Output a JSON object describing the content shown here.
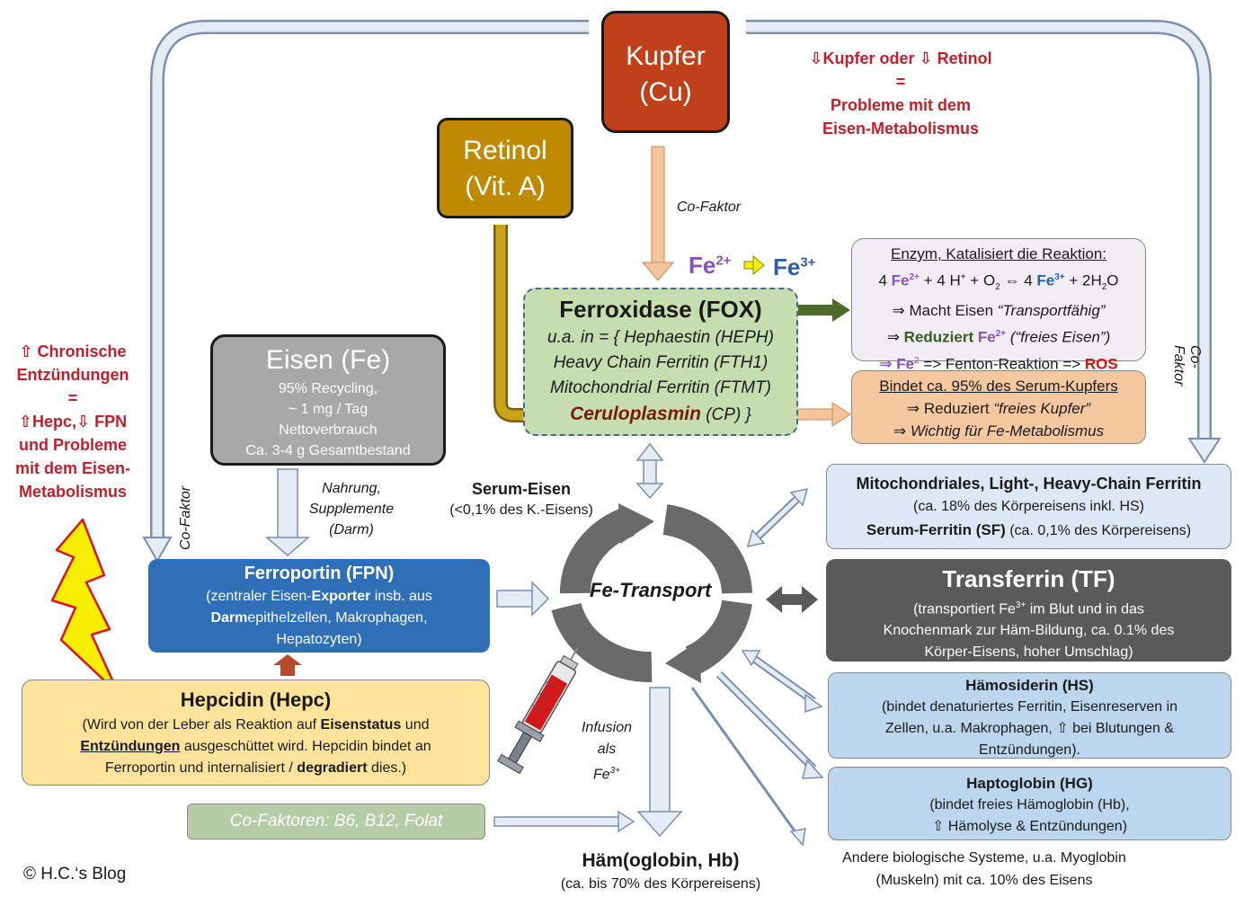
{
  "copyright": "© H.C.‘s Blog",
  "kupfer": {
    "l1": "Kupfer",
    "l2": "(Cu)"
  },
  "retinol": {
    "l1": "Retinol",
    "l2": "(Vit. A)"
  },
  "warning_top": {
    "l1": "⇩Kupfer oder ⇩ Retinol",
    "l2": "=",
    "l3": "Probleme mit dem",
    "l4": "Eisen-Metabolismus"
  },
  "warning_left": {
    "l1": "⇧ Chronische",
    "l2": "Entzündungen",
    "l3": "=",
    "l4": "⇧Hepc,⇩ FPN",
    "l5": "und Probleme",
    "l6": "mit dem Eisen-",
    "l7": "Metabolismus"
  },
  "cofaktor": "Co-Faktor",
  "fe_conversion": {
    "fe2": "Fe",
    "fe2_sup": "2+",
    "fe3": "Fe",
    "fe3_sup": "3+"
  },
  "fox": {
    "title": "Ferroxidase (FOX)",
    "l1": "u.a. in = { Hephaestin (HEPH)",
    "l2": "Heavy Chain Ferritin (FTH1)",
    "l3": "Mitochondrial Ferritin (FTMT)",
    "cp_name": "Ceruloplasmin",
    "cp_rest": " (CP) }"
  },
  "enzym": {
    "title": "Enzym, Katalisiert die Reaktion:",
    "eq_a": "4 ",
    "eq_fe2": "Fe",
    "eq_fe2_sup": "2+",
    "eq_b": " + 4 H",
    "eq_hsup": "+",
    "eq_c": " + O",
    "eq_o2sub": "2",
    "eq_d": " ⇔ 4 ",
    "eq_fe3": "Fe",
    "eq_fe3_sup": "3+",
    "eq_e": " + 2H",
    "eq_h2sub": "2",
    "eq_f": "O",
    "l2a": "⇒ Macht Eisen ",
    "l2b": "“Transportfähig”",
    "l3a": "⇒ ",
    "l3b": "Reduziert ",
    "l3c": "Fe",
    "l3sup": "2+",
    "l3d": " (“freies Eisen”)",
    "l4a": "⇒ Fe",
    "l4sup": "2",
    "l4b": " => Fenton-Reaktion => ",
    "l4c": "ROS"
  },
  "cp_box": {
    "l1": "Bindet ca. 95% des Serum-Kupfers",
    "l2a": "⇒ Reduziert ",
    "l2b": "“freies Kupfer”",
    "l3": "⇒ Wichtig für Fe-Metabolismus"
  },
  "eisen": {
    "title": "Eisen (Fe)",
    "l1": "95% Recycling,",
    "l2": "~ 1 mg / Tag",
    "l3": "Nettoverbrauch",
    "l4": "Ca. 3-4 g Gesamtbestand"
  },
  "nahrung": {
    "l1": "Nahrung,",
    "l2": "Supplemente",
    "l3": "(Darm)"
  },
  "serum": {
    "l1": "Serum-Eisen",
    "l2": "(<0,1% des K.-Eisens)"
  },
  "fe_transport": "Fe-Transport",
  "fpn": {
    "title": "Ferroportin (FPN)",
    "l1a": "(zentraler Eisen-",
    "l1b": "Exporter",
    "l1c": " insb. aus",
    "l2a": "Darm",
    "l2b": "epithelzellen, Makrophagen,",
    "l3": "Hepatozyten)"
  },
  "hepcidin": {
    "title": "Hepcidin (Hepc)",
    "l1a": "(Wird von der Leber als Reaktion auf ",
    "l1b": "Eisenstatus",
    "l1c": " und",
    "l2a": "Entzündungen",
    "l2b": " ausgeschüttet wird. Hepcidin bindet an",
    "l3a": "Ferroportin und internalisiert / ",
    "l3b": "degradiert",
    "l3c": " dies.)"
  },
  "cofaktoren": "Co-Faktoren: B6, B12, Folat",
  "infusion": {
    "l1": "Infusion",
    "l2": "als",
    "l3": "Fe",
    "l3sup": "3+"
  },
  "haem": {
    "l1": "Häm(oglobin, Hb)",
    "l2": "(ca. bis 70% des Körpereisens)"
  },
  "ferritin": {
    "l1": "Mitochondriales, Light-, Heavy-Chain Ferritin",
    "l2": "(ca. 18% des Körpereisens inkl. HS)",
    "l3a": "Serum-Ferritin (SF)",
    "l3b": " (ca. 0,1% des Körpereisens)"
  },
  "transferrin": {
    "title": "Transferrin (TF)",
    "l1a": "(transportiert Fe",
    "l1sup": "3+",
    "l1b": " im Blut und in das",
    "l2": "Knochenmark zur Häm-Bildung, ca. 0.1% des",
    "l3": "Körper-Eisens, hoher Umschlag)"
  },
  "haemosiderin": {
    "title": "Hämosiderin (HS)",
    "l1": "(bindet denaturiertes Ferritin, Eisenreserven in",
    "l2": "Zellen, u.a. Makrophagen, ⇧ bei Blutungen &",
    "l3": "Entzündungen)."
  },
  "haptoglobin": {
    "title": "Haptoglobin (HG)",
    "l1": "(bindet freies Hämoglobin (Hb),",
    "l2": "⇧ Hämolyse & Entzündungen)"
  },
  "andere": {
    "l1": "Andere biologische Systeme, u.a. Myoglobin",
    "l2": "(Muskeln) mit ca. 10% des Eisens"
  }
}
